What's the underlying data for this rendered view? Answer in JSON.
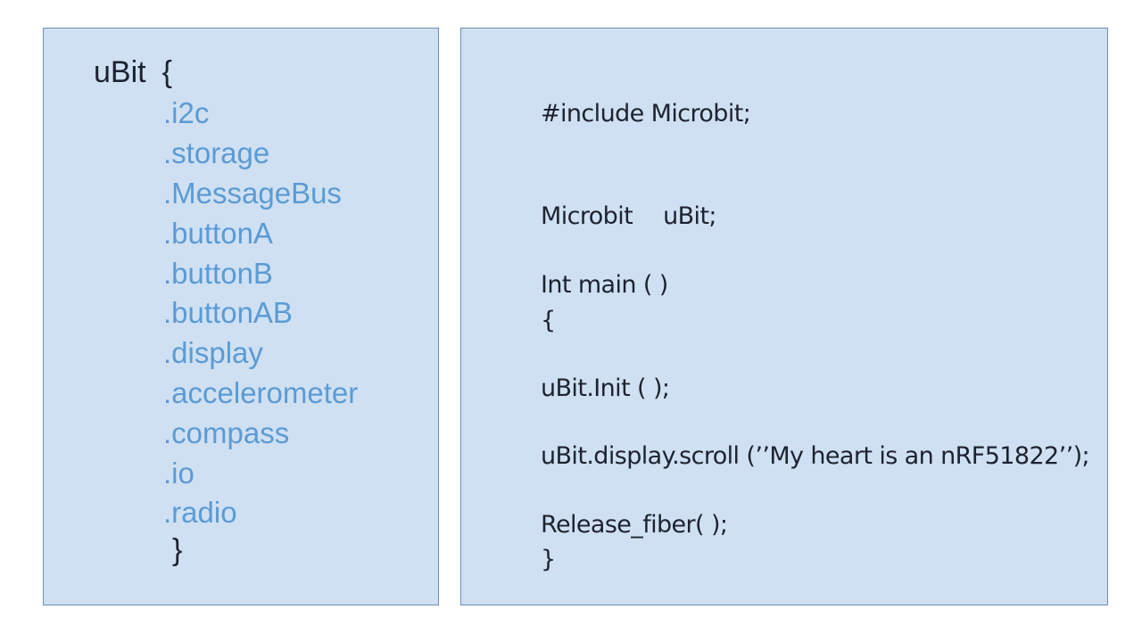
{
  "left_panel": {
    "struct_name": "uBit",
    "open_brace": "{",
    "members": [
      ".i2c",
      ".storage",
      ".MessageBus",
      ".buttonA",
      ".buttonB",
      ".buttonAB",
      ".display",
      ".accelerometer",
      ".compass",
      ".io",
      ".radio"
    ],
    "close_brace": "}"
  },
  "right_panel": {
    "include_line": "#include Microbit;",
    "declaration_type": "Microbit",
    "declaration_var": "uBit;",
    "main_signature": "Int main ( )",
    "open_brace": "{",
    "init_call": "uBit.Init ( );",
    "scroll_call": "uBit.display.scroll (’’My heart is an nRF51822’’);",
    "release_call": "Release_fiber( );",
    "close_brace": "}"
  },
  "colors": {
    "panel_fill": "#cfe0f2",
    "panel_border": "#6f8fb5",
    "member_text": "#5b9bd5",
    "dark_text": "#1d2230"
  }
}
